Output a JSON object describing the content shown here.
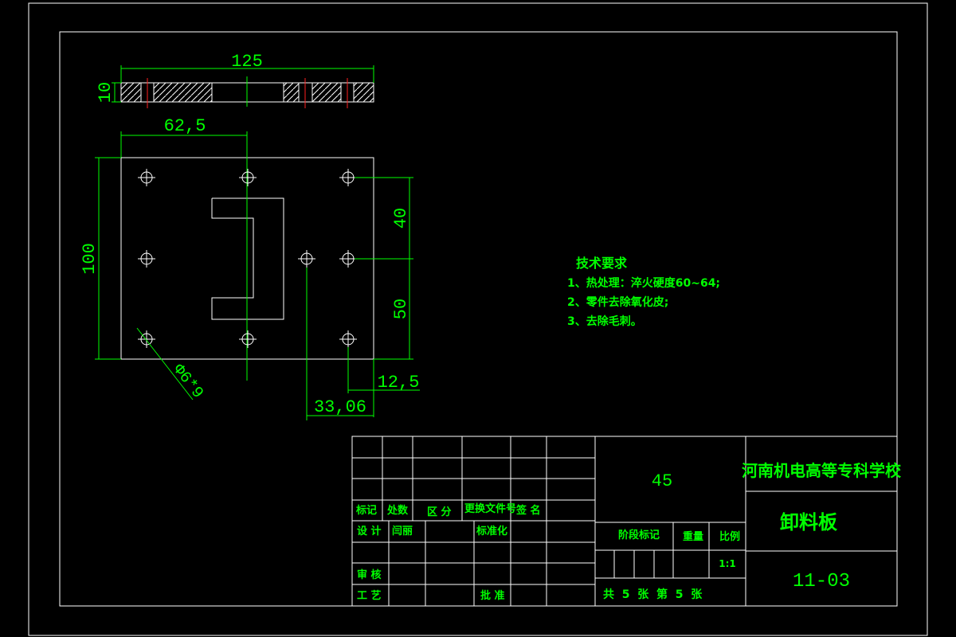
{
  "colors": {
    "background": "#000000",
    "outline": "#ffffff",
    "dimension": "#00ff00",
    "centerline": "#ff2020",
    "text": "#00ff00"
  },
  "dimensions": {
    "width": "125",
    "thickness": "10",
    "center_offset": "62,5",
    "height": "100",
    "upper_span": "40",
    "lower_span": "50",
    "hole_spec": "Φ6*9",
    "right_offset": "12,5",
    "offset_33": "33,06"
  },
  "tech": {
    "title": "技术要求",
    "items": [
      "1、热处理：淬火硬度60~64;",
      "2、零件去除氧化皮;",
      "3、去除毛刺。"
    ]
  },
  "title_block": {
    "material": "45",
    "school": "河南机电高等专科学校",
    "part_name": "卸料板",
    "drawing_no": "11-03",
    "labels": {
      "mark": "标记",
      "count": "处数",
      "zone": "区 分",
      "change_doc": "更换文件号",
      "signature": "签 名",
      "design": "设 计",
      "designer": "闫丽",
      "standardize": "标准化",
      "stage_mark": "阶段标记",
      "weight": "重量",
      "scale": "比例",
      "scale_value": "1:1",
      "review": "审 核",
      "process": "工 艺",
      "approve": "批 准",
      "sheets": "共  5  张  第  5  张"
    }
  }
}
